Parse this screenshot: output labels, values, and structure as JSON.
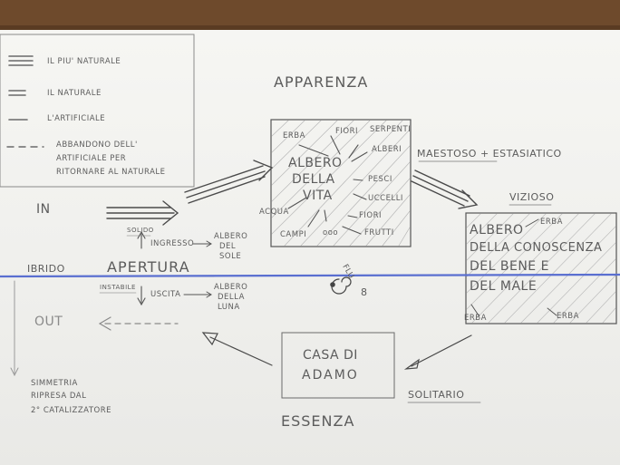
{
  "legend": {
    "items": [
      {
        "label": "IL PIU' NATURALE"
      },
      {
        "label": "IL NATURALE"
      },
      {
        "label": "L'ARTIFICIALE"
      },
      {
        "label_lines": [
          "ABBANDONO DELL'",
          "ARTIFICIALE PER",
          "RITORNARE AL NATURALE"
        ]
      }
    ]
  },
  "labels": {
    "in": "IN",
    "out": "OUT",
    "ibrido": "IBRIDO",
    "apertura": "APERTURA",
    "apparenza": "APPARENZA",
    "essenza": "ESSENZA",
    "maestoso": "MAESTOSO + ESTASIATICO",
    "vizioso": "VIZIOSO",
    "solitario": "SOLITARIO",
    "solido": "SOLIDO",
    "instabile": "INSTABILE",
    "ingresso": "INGRESSO",
    "uscita": "USCITA",
    "flusso": "FLU",
    "flusso_num": "8",
    "albero_sole": [
      "ALBERO",
      "DEL",
      "SOLE"
    ],
    "albero_luna": [
      "ALBERO",
      "DELLA",
      "LUNA"
    ],
    "simmetria": [
      "SIMMETRIA",
      "RIPRESA DAL",
      "2° CATALIZZATORE"
    ]
  },
  "tree_of_life": {
    "title": [
      "ALBERO",
      "DELLA",
      "VITA"
    ],
    "words": [
      "ERBA",
      "FIORI",
      "SERPENTI",
      "ALBERI",
      "PESCI",
      "UCCELLI",
      "ACQUA",
      "FIORI",
      "CAMPI",
      "ooo",
      "FRUTTI"
    ]
  },
  "tree_of_knowledge": {
    "title": [
      "ALBERO",
      "DELLA CONOSCENZA",
      "DEL BENE E",
      "DEL MALE"
    ],
    "words": [
      "ERBA",
      "ERBA",
      "ERBA"
    ]
  },
  "adam_house": {
    "title": [
      "CASA DI",
      "ADAMO"
    ]
  },
  "colors": {
    "pencil": "#5c5c5c",
    "blue_line": "#5a6fd0",
    "paper": "#f2f2ef",
    "table": "#6e4a2c"
  }
}
